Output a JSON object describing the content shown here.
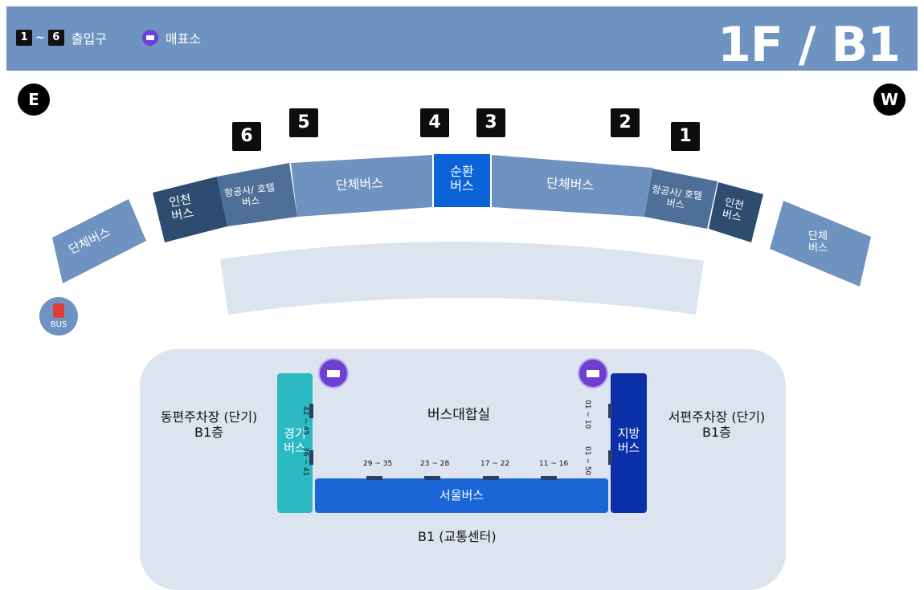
{
  "header": {
    "legend_from": "1",
    "legend_tilde": "~",
    "legend_to": "6",
    "legend_exit_label": "출입구",
    "legend_ticket_label": "매표소",
    "floor_title": "1F / B1",
    "bg_color": "#6f93c0"
  },
  "compass": {
    "east": "E",
    "west": "W"
  },
  "gates": [
    "6",
    "5",
    "4",
    "3",
    "2",
    "1"
  ],
  "zones_1f": {
    "far_left": "단체버스",
    "incheon_left": [
      "인천",
      "버스"
    ],
    "airline_left": [
      "항공사/ 호텔",
      "버스"
    ],
    "group_left": "단체버스",
    "shuttle": [
      "순환",
      "버스"
    ],
    "group_right": "단체버스",
    "airline_right": [
      "항공사/ 호텔",
      "버스"
    ],
    "incheon_right": [
      "인천",
      "버스"
    ],
    "far_right": [
      "단체",
      "버스"
    ]
  },
  "bus_icon_label": "BUS",
  "b1": {
    "east_parking": [
      "동편주차장 (단기)",
      "B1층"
    ],
    "west_parking": [
      "서편주차장 (단기)",
      "B1층"
    ],
    "gyeonggi": [
      "경기",
      "버스"
    ],
    "jibang": [
      "지방",
      "버스"
    ],
    "hall": "버스대합실",
    "seoul": "서울버스",
    "footer": "B1 (교통센터)",
    "platforms_left": [
      "42 ~ 45",
      "36 ~ 41"
    ],
    "platforms_right": [
      "01 ~ 10",
      "01 ~ 50"
    ],
    "platforms_bottom": [
      "29 ~ 35",
      "23 ~ 28",
      "17 ~ 22",
      "11 ~ 16"
    ]
  },
  "colors": {
    "zone_light": "#6f93c0",
    "zone_dark": "#2e4b70",
    "zone_mid": "#4e6f98",
    "shuttle": "#0a63d8",
    "gyeonggi": "#2bbac4",
    "seoul": "#1a66d6",
    "jibang": "#0a2fa8",
    "ticket": "#6d3fd3"
  }
}
